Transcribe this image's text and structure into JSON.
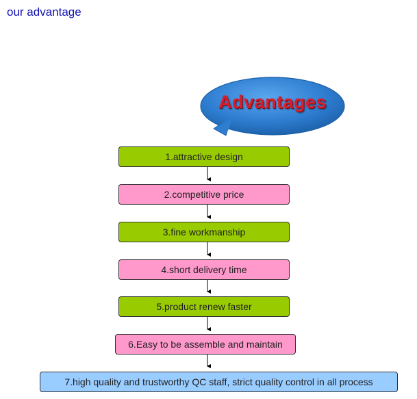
{
  "heading": "our advantage",
  "bubble": {
    "title": "Advantages",
    "fill_color": "#2e7dd0",
    "title_color": "#d81e2b"
  },
  "steps": [
    {
      "label": "1.attractive design",
      "color": "#99cc00"
    },
    {
      "label": "2.competitive price",
      "color": "#ff99cc"
    },
    {
      "label": "3.fine workmanship",
      "color": "#99cc00"
    },
    {
      "label": "4.short delivery time",
      "color": "#ff99cc"
    },
    {
      "label": "5.product renew faster",
      "color": "#99cc00"
    },
    {
      "label": "6.Easy to be assemble and maintain",
      "color": "#ff99cc"
    },
    {
      "label": "7.high quality and trustworthy QC staff, strict quality control in all process",
      "color": "#99ccff"
    }
  ]
}
